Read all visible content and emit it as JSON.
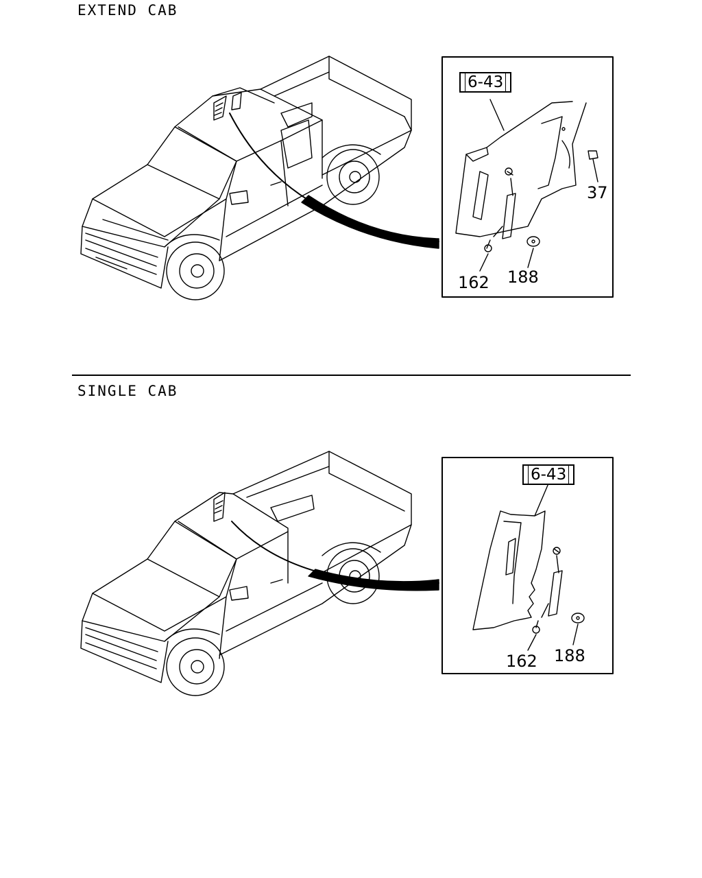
{
  "sections": [
    {
      "title": "EXTEND CAB",
      "ref_label": "6-43",
      "callouts": [
        "37",
        "162",
        "188"
      ]
    },
    {
      "title": "SINGLE CAB",
      "ref_label": "6-43",
      "callouts": [
        "162",
        "188"
      ]
    }
  ]
}
